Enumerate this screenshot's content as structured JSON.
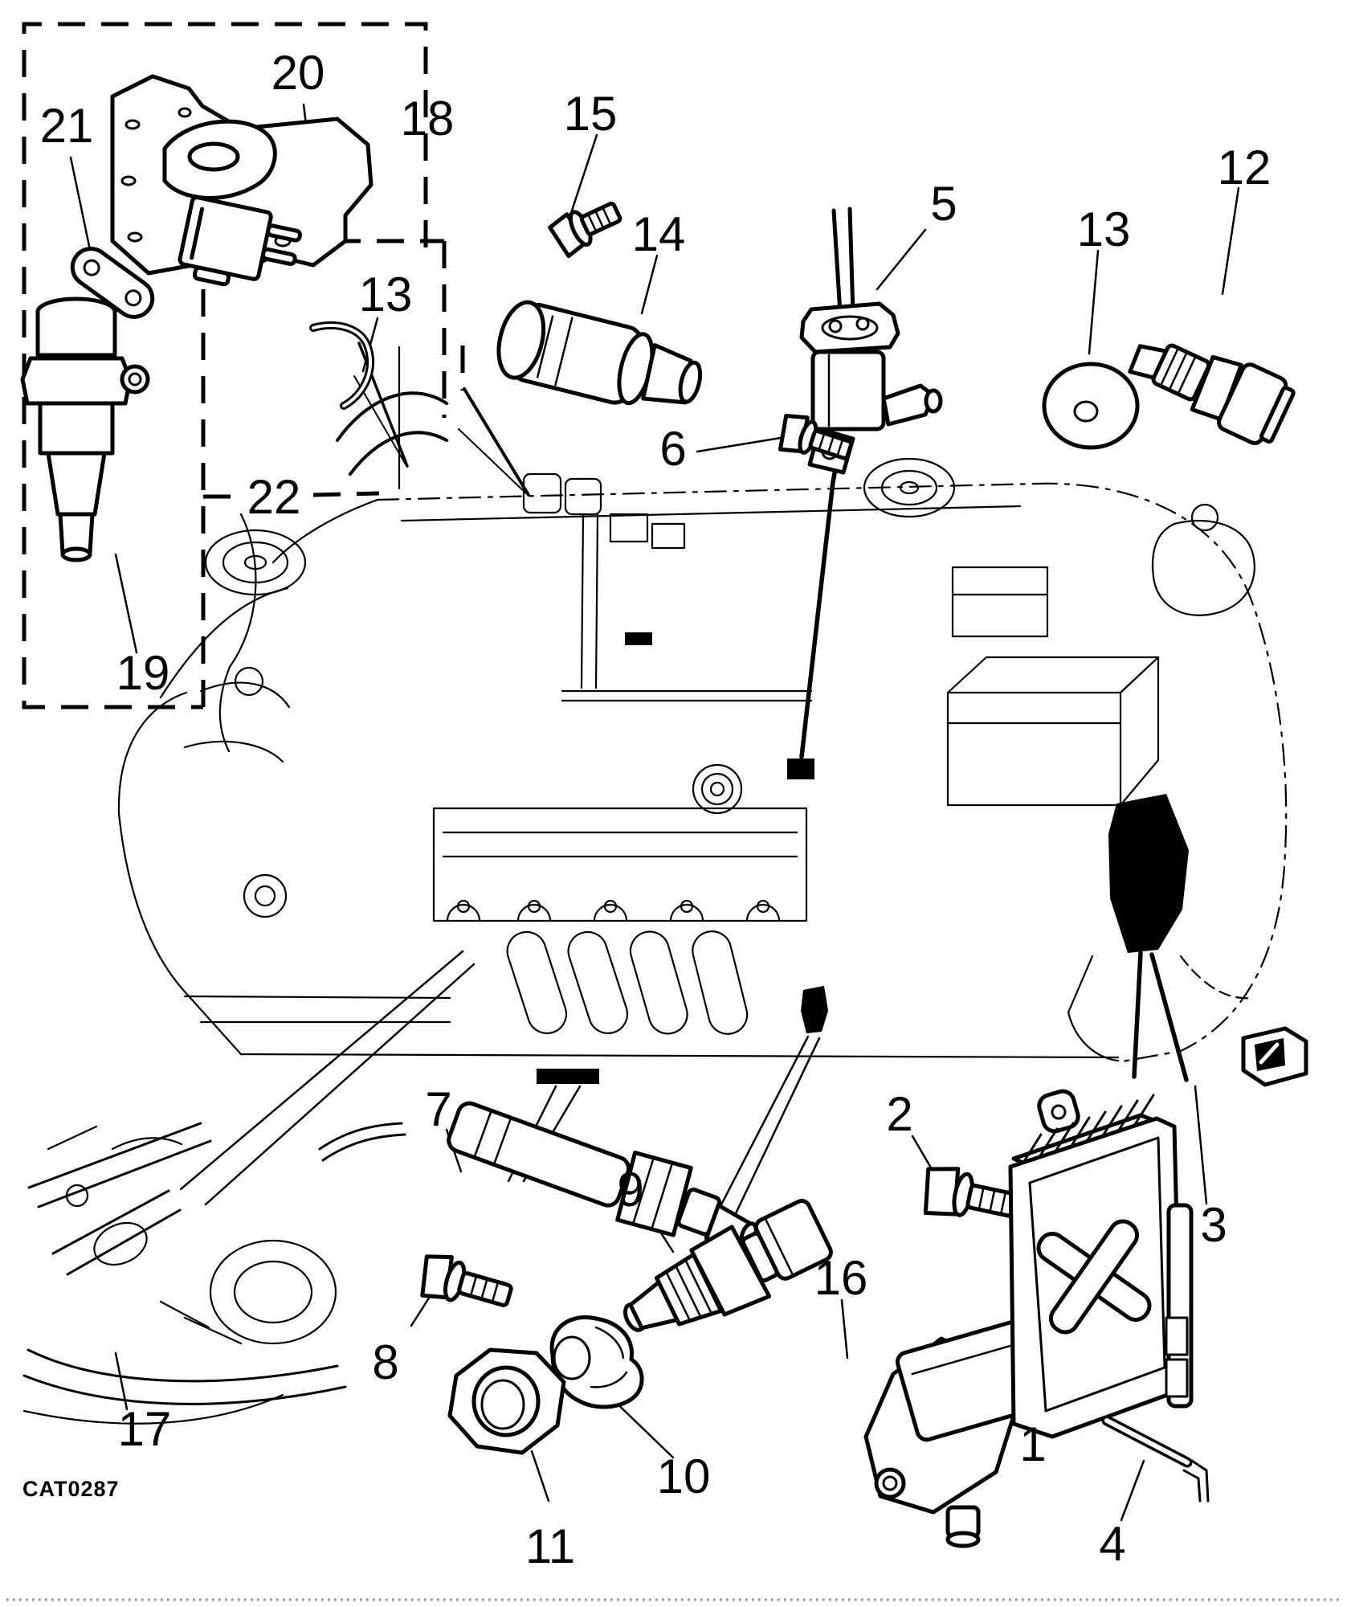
{
  "diagram": {
    "caption": "CAT0287",
    "type": "engine-component-location-diagram",
    "colors": {
      "ink": "#000000",
      "paper": "#ffffff",
      "bottom_rule": "#8a8a8a"
    },
    "parts": {
      "p1": "1",
      "p2": "2",
      "p3": "3",
      "p4": "4",
      "p5": "5",
      "p6": "6",
      "p7": "7",
      "p8": "8",
      "p9": "9",
      "p10": "10",
      "p11": "11",
      "p12": "12",
      "p13_top": "13",
      "p13_box": "13",
      "p14": "14",
      "p15": "15",
      "p16": "16",
      "p17": "17",
      "p18": "18",
      "p19": "19",
      "p20": "20",
      "p21": "21",
      "p22": "22"
    }
  }
}
